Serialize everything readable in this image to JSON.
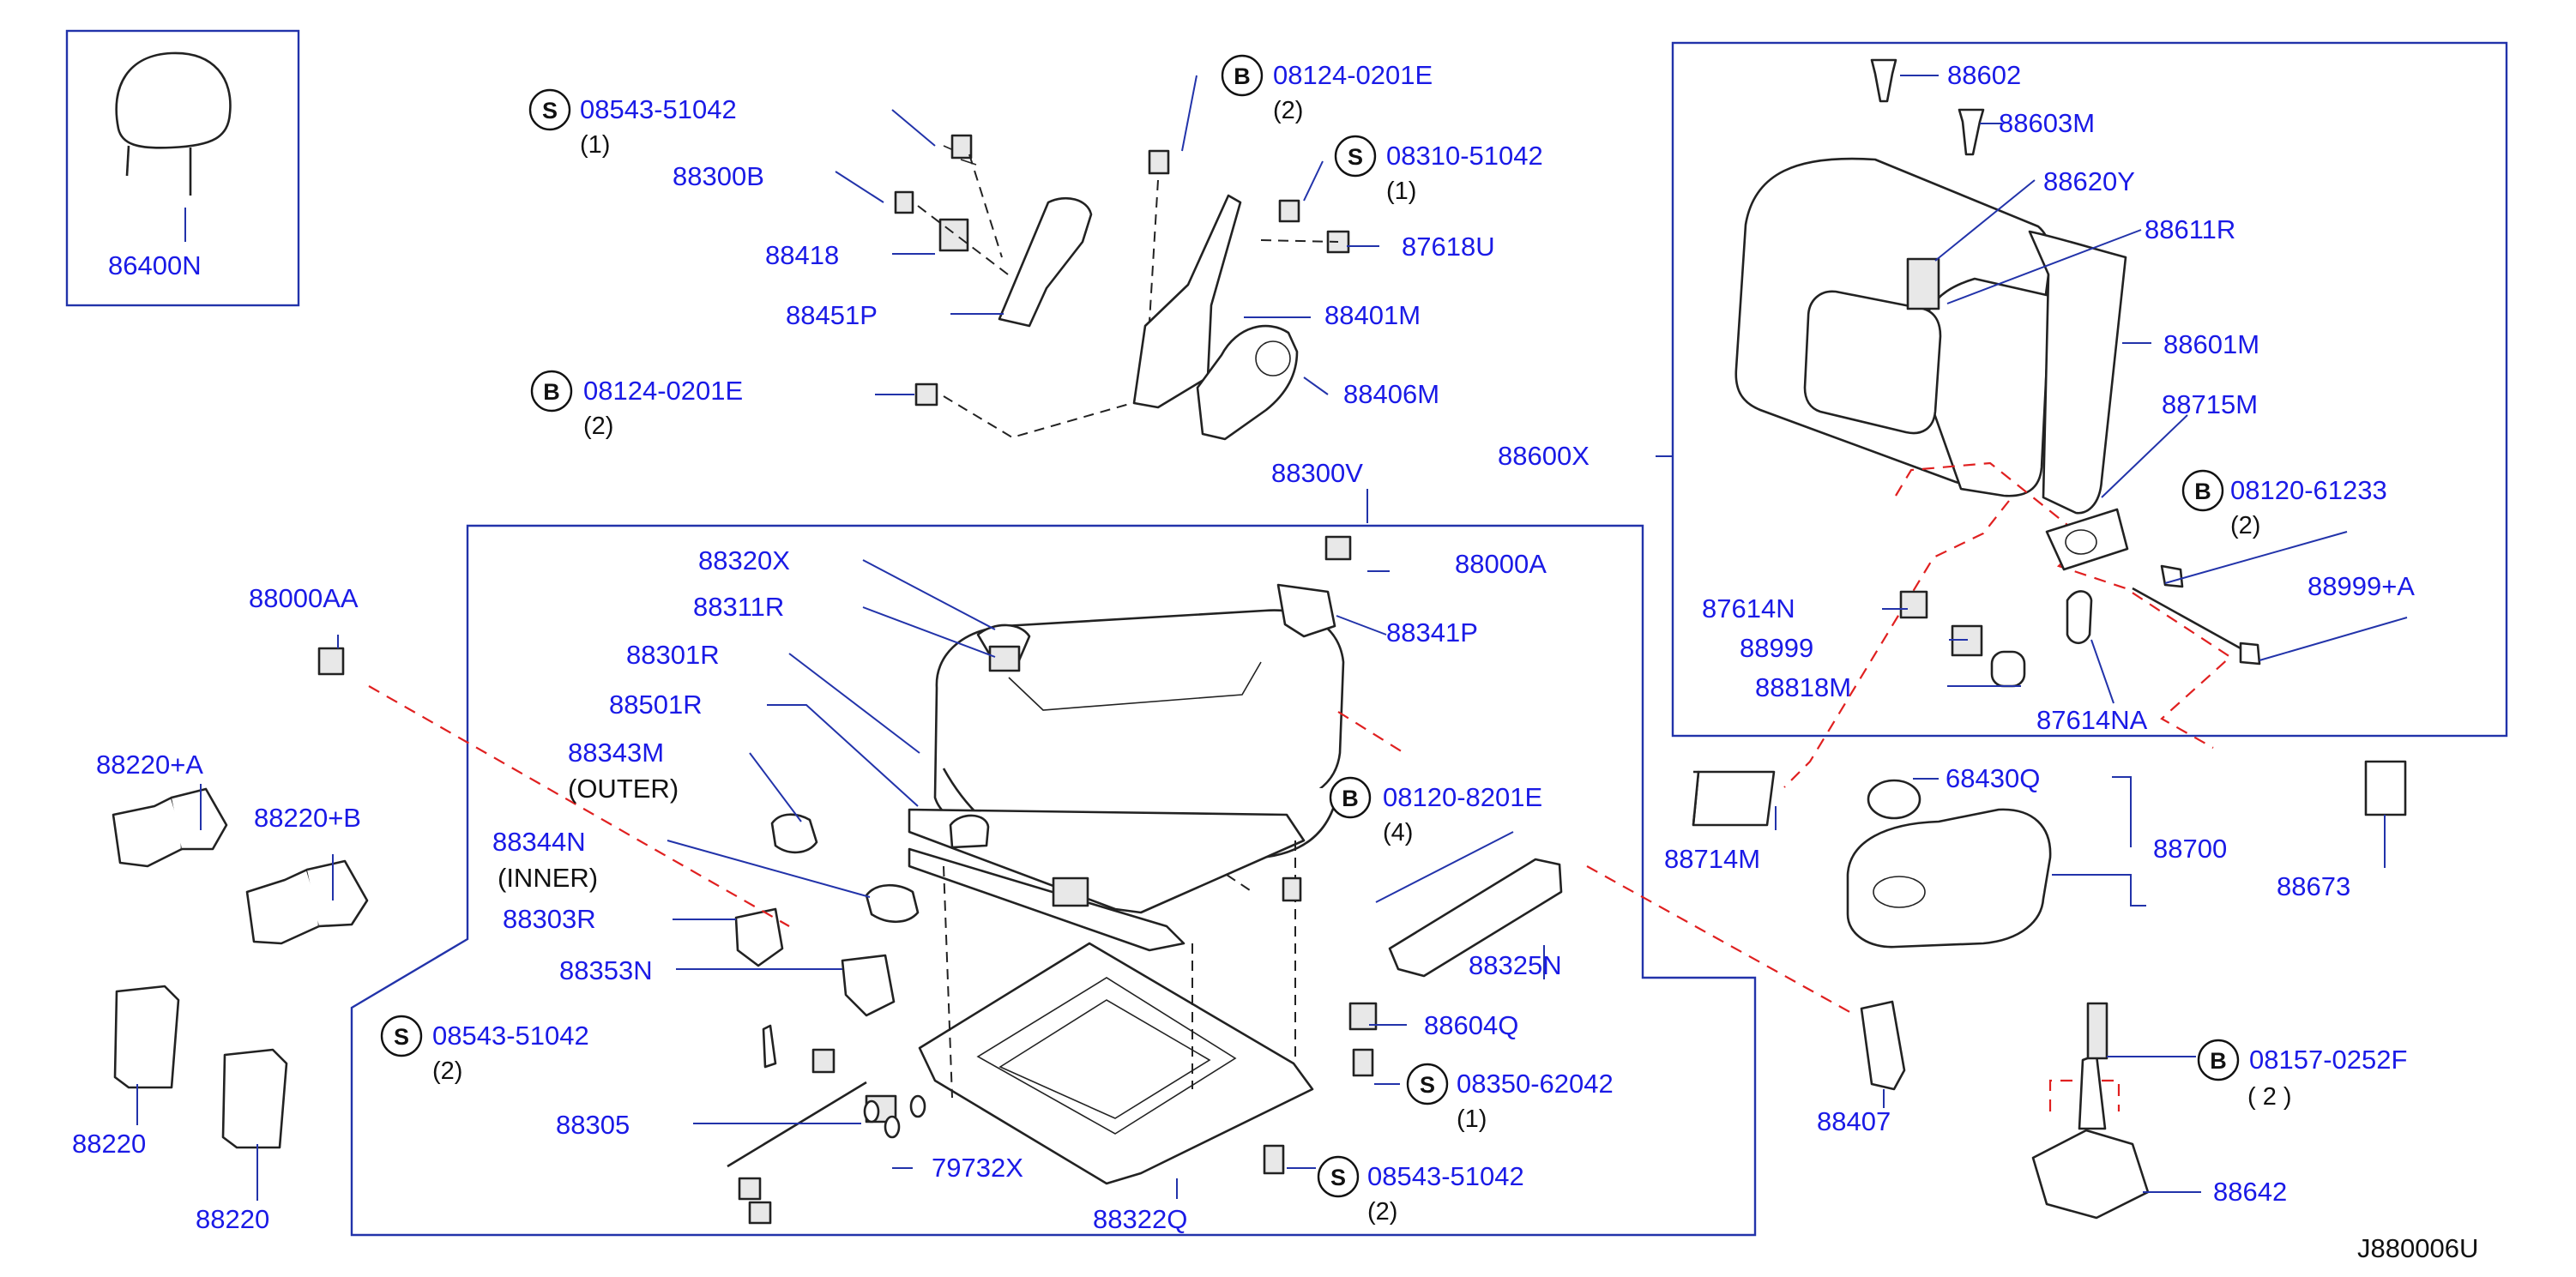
{
  "diagram_code": "J880006U",
  "part_labels": {
    "p86400N": "86400N",
    "p08543_51042_a": "08543-51042",
    "p08543_51042_a_qty": "(1)",
    "p88300B": "88300B",
    "p88418": "88418",
    "p88451P": "88451P",
    "p08124_0201E_a": "08124-0201E",
    "p08124_0201E_a_qty": "(2)",
    "p08124_0201E_b": "08124-0201E",
    "p08124_0201E_b_qty": "(2)",
    "p08310_51042": "08310-51042",
    "p08310_51042_qty": "(1)",
    "p87618U": "87618U",
    "p88401M": "88401M",
    "p88406M": "88406M",
    "p88300V": "88300V",
    "p88602": "88602",
    "p88603M": "88603M",
    "p88620Y": "88620Y",
    "p88611R": "88611R",
    "p88601M": "88601M",
    "p88715M": "88715M",
    "p88600X": "88600X",
    "p08120_61233": "08120-61233",
    "p08120_61233_qty": "(2)",
    "p88999A": "88999+A",
    "p87614N": "87614N",
    "p88999": "88999",
    "p88818M": "88818M",
    "p87614NA": "87614NA",
    "p88000AA": "88000AA",
    "p88220A": "88220+A",
    "p88220B": "88220+B",
    "p88220_1": "88220",
    "p88220_2": "88220",
    "p88320X": "88320X",
    "p88311R": "88311R",
    "p88301R": "88301R",
    "p88501R": "88501R",
    "p88343M": "88343M",
    "p88343M_note": "(OUTER)",
    "p88344N": "88344N",
    "p88344N_note": "(INNER)",
    "p88303R": "88303R",
    "p88353N": "88353N",
    "p08543_51042_b": "08543-51042",
    "p08543_51042_b_qty": "(2)",
    "p88305": "88305",
    "p79732X": "79732X",
    "p88322Q": "88322Q",
    "p88000A": "88000A",
    "p88341P": "88341P",
    "p08120_8201E": "08120-8201E",
    "p08120_8201E_qty": "(4)",
    "p88325N": "88325N",
    "p88604Q": "88604Q",
    "p08350_62042": "08350-62042",
    "p08350_62042_qty": "(1)",
    "p08543_51042_c": "08543-51042",
    "p08543_51042_c_qty": "(2)",
    "p88714M": "88714M",
    "p68430Q": "68430Q",
    "p88700": "88700",
    "p88673": "88673",
    "p88407": "88407",
    "p08157_0252F": "08157-0252F",
    "p08157_0252F_qty": "( 2 )",
    "p88642": "88642"
  },
  "badges": {
    "bolt": "B",
    "screw": "S"
  },
  "colors": {
    "part_number": "#1a1ae6",
    "leader": "#2233aa",
    "phantom_line": "#e02020",
    "text": "#111111"
  }
}
